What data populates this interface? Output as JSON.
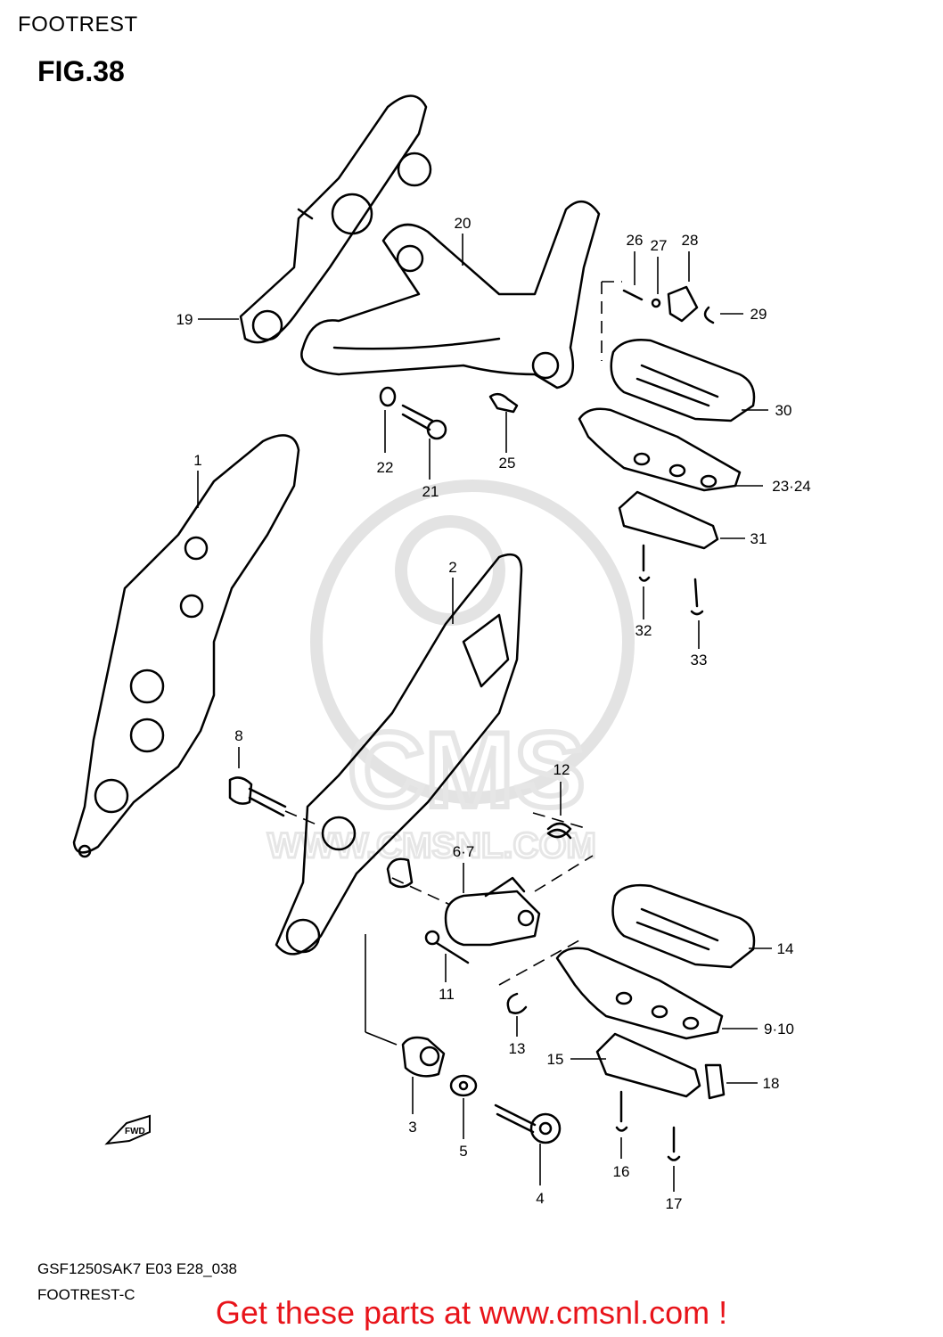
{
  "header": {
    "section_title": "FOOTREST",
    "figure_label": "FIG.38"
  },
  "watermark": {
    "text": "WWW.CMSNL.COM",
    "logo_text": "CMS"
  },
  "callouts": {
    "c1": "1",
    "c2": "2",
    "c3": "3",
    "c4": "4",
    "c5": "5",
    "c67": "6·7",
    "c8": "8",
    "c910": "9·10",
    "c11": "11",
    "c12": "12",
    "c13": "13",
    "c14": "14",
    "c15": "15",
    "c16": "16",
    "c17": "17",
    "c18": "18",
    "c19": "19",
    "c20": "20",
    "c21": "21",
    "c22": "22",
    "c2324": "23·24",
    "c25": "25",
    "c26": "26",
    "c27": "27",
    "c28": "28",
    "c29": "29",
    "c30": "30",
    "c31": "31",
    "c32": "32",
    "c33": "33"
  },
  "fwd_label": "FWD",
  "footer": {
    "model_code": "GSF1250SAK7 E03 E28_038",
    "caption": "FOOTREST-C",
    "promo": "Get these parts at www.cmsnl.com !"
  },
  "colors": {
    "line": "#000000",
    "watermark": "#e3e3e3",
    "promo": "#e8141a"
  }
}
